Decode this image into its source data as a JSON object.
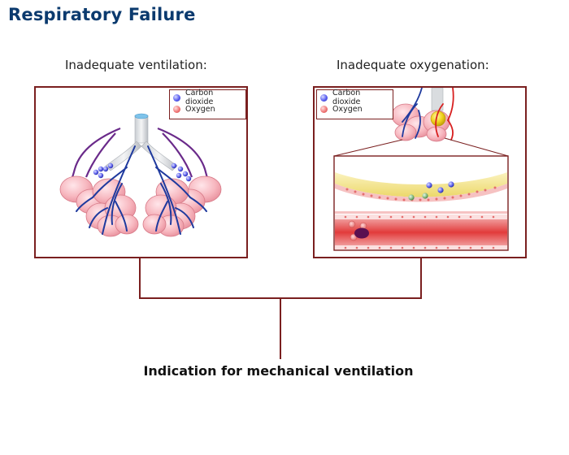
{
  "title": "Respiratory Failure",
  "left_panel": {
    "heading": "Inadequate ventilation:",
    "legend": {
      "co2": "Carbon dioxide",
      "o2": "Oxygen"
    }
  },
  "right_panel": {
    "heading": "Inadequate oxygenation:",
    "legend": {
      "co2": "Carbon dioxide",
      "o2": "Oxygen"
    }
  },
  "conclusion": "Indication for mechanical ventilation",
  "colors": {
    "title": "#0b3a6e",
    "frame": "#7a1f1f",
    "airway_vein": "#1f3a9e",
    "artery": "#d81f1f",
    "pulmonary_vessel": "#6a2a8a",
    "alveoli": "#f7b7bf",
    "carbon_dioxide": "#5a5ef0",
    "oxygen": "#f07a7a"
  }
}
